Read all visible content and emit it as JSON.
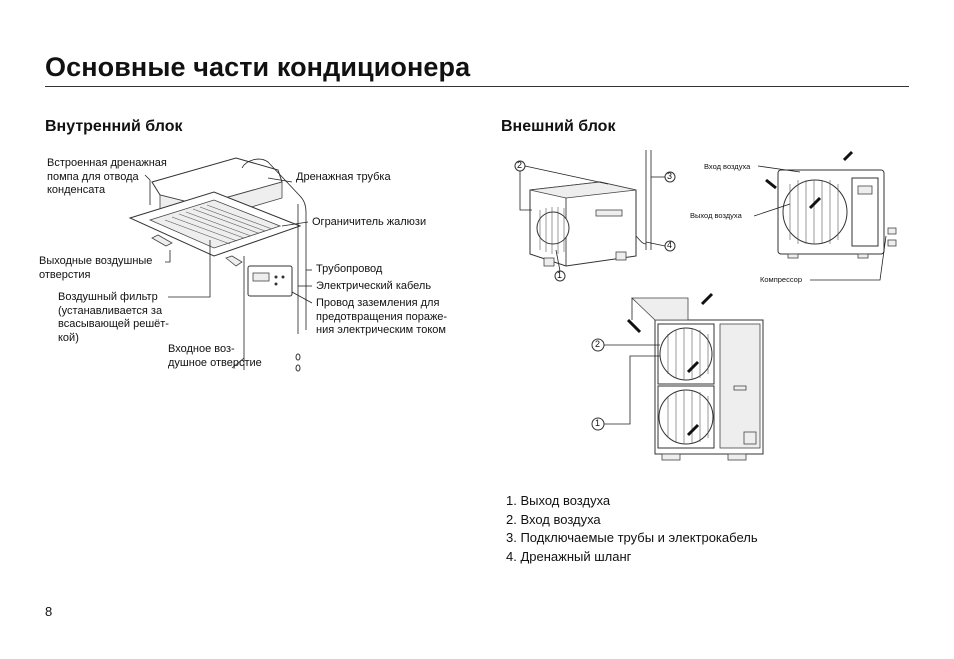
{
  "page": {
    "title": "Основные части кондиционера",
    "page_number": "8"
  },
  "indoor": {
    "title": "Внутренний блок",
    "labels": {
      "pump": "Встроенная дренажная\nпомпа для отвода\nконденсата",
      "drain_pipe": "Дренажная трубка",
      "louver_limiter": "Ограничитель жалюзи",
      "outlets": "Выходные воздушные\nотверстия",
      "filter": "Воздушный фильтр\n(устанавливается за\nвсасывающей решёт-\nкой)",
      "inlet": "Входное воз-\nдушное отверстие",
      "piping": "Трубопровод",
      "cable": "Электрический кабель",
      "ground": "Провод заземления для\nпредотвращения пораже-\nния электрическим током"
    }
  },
  "outdoor": {
    "title": "Внешний блок",
    "markers": [
      "1",
      "2",
      "3",
      "4"
    ],
    "labels": {
      "air_in": "Вход воздуха",
      "air_out": "Выход воздуха",
      "compressor": "Компрессор"
    },
    "legend": [
      "1. Выход воздуха",
      "2. Вход воздуха",
      "3. Подключаемые трубы и электрокабель",
      "4. Дренажный шланг"
    ]
  }
}
